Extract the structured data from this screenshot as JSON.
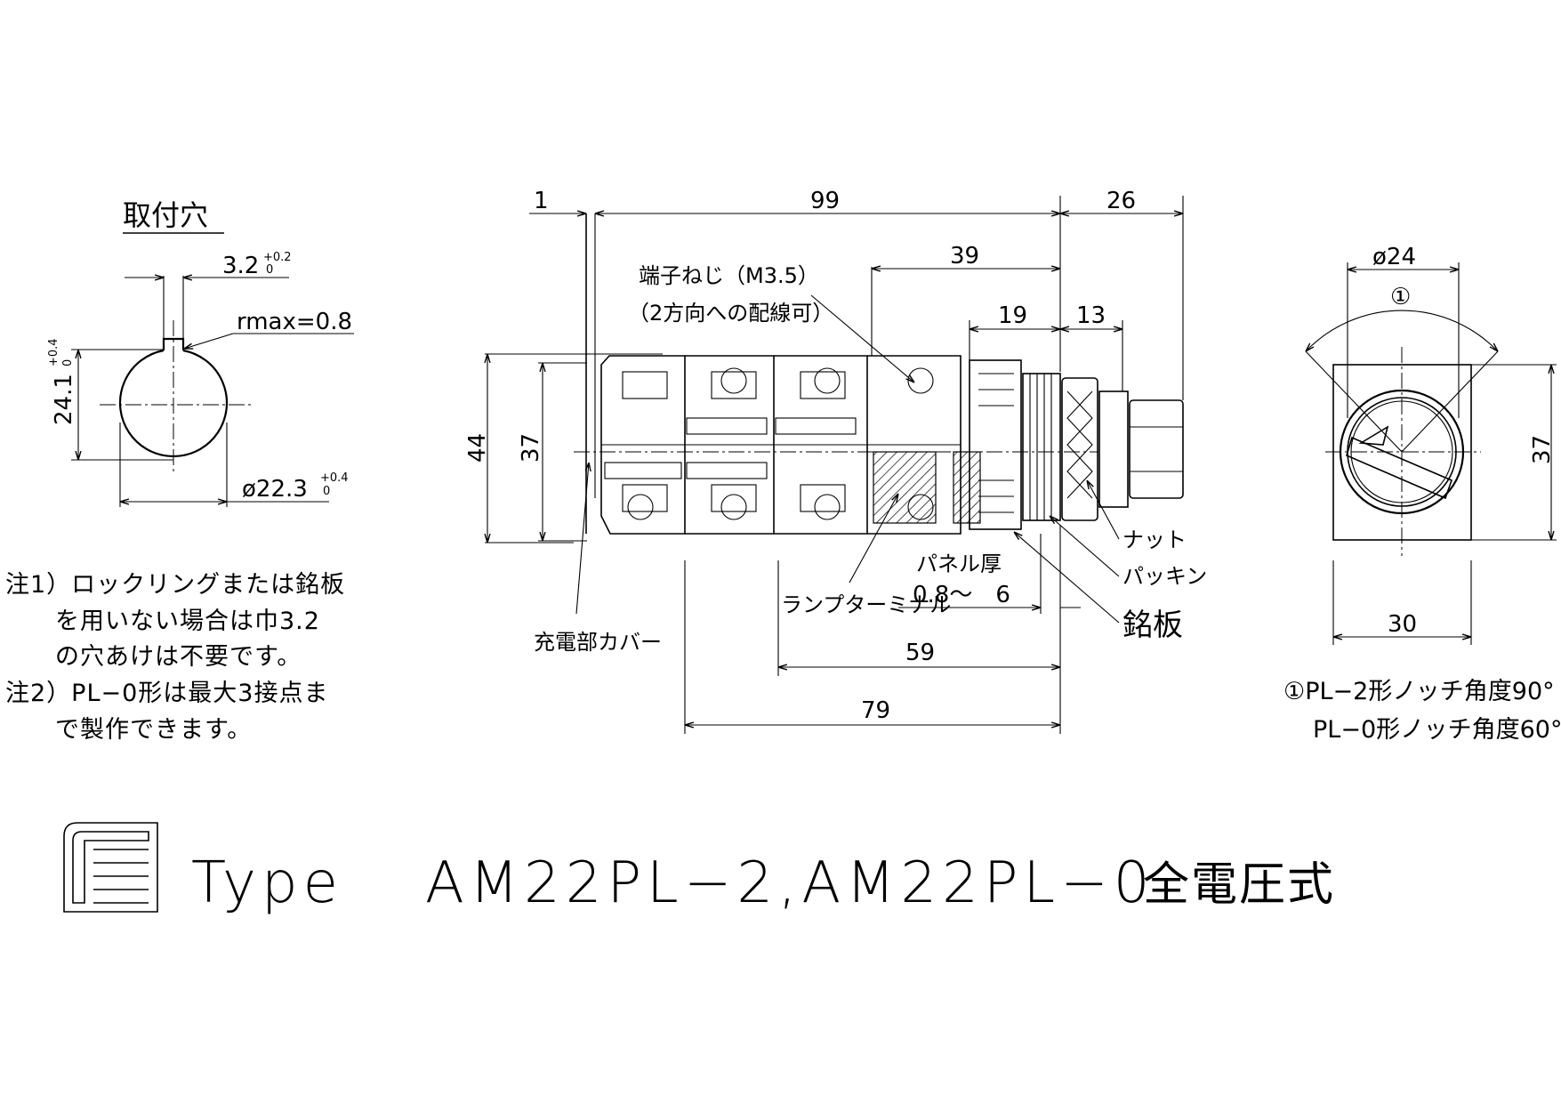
{
  "mounting_hole": {
    "heading": "取付穴",
    "key_width": "3.2",
    "key_width_tol": "+0.2",
    "key_width_tol_low": "0",
    "corner_radius": "rmax=0.8",
    "height": "24.1",
    "height_tol": "+0.4",
    "height_tol_low": "0",
    "diameter": "ø22.3",
    "diameter_tol": "+0.4",
    "diameter_tol_low": "0"
  },
  "notes": [
    "注1）ロックリングまたは銘板",
    "　　を用いない場合は巾3.2",
    "　　の穴あけは不要です。",
    "注2）PL−0形は最大3接点ま",
    "　　で製作できます。"
  ],
  "side_view": {
    "dims": {
      "d1": "1",
      "d99": "99",
      "d26": "26",
      "d39": "39",
      "d19": "19",
      "d13": "13",
      "d44": "44",
      "d37": "37",
      "d59": "59",
      "d79": "79",
      "panel_range": "0.8〜　6"
    },
    "labels": {
      "terminal_screw_1": "端子ねじ（M3.5）",
      "terminal_screw_2": "（2方向への配線可）",
      "nut": "ナット",
      "packing": "パッキン",
      "nameplate": "銘板",
      "panel_thickness": "パネル厚",
      "lamp_terminal": "ランプターミナル",
      "live_cover": "充電部カバー"
    }
  },
  "front_view": {
    "dia": "ø24",
    "height": "37",
    "width": "30",
    "marker": "①",
    "notch_notes": [
      "①PL−2形ノッチ角度90°",
      "PL−0形ノッチ角度60°"
    ]
  },
  "title": {
    "type_word": "Type",
    "models": "AM22PL−2,AM22PL−0",
    "suffix": "全電圧式"
  }
}
